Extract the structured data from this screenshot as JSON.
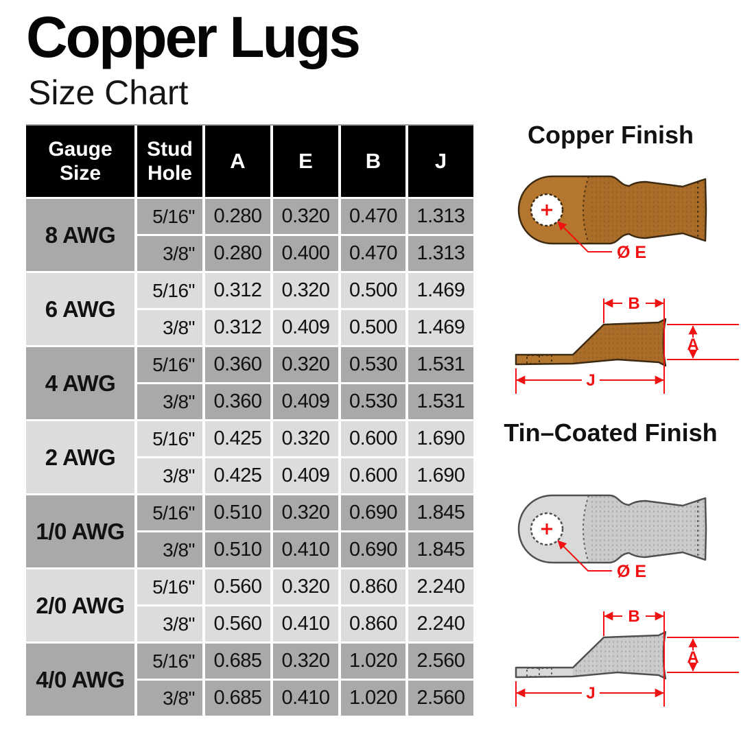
{
  "header": {
    "title": "Copper Lugs",
    "subtitle": "Size Chart"
  },
  "table": {
    "columns": [
      "Gauge Size",
      "Stud Hole",
      "A",
      "E",
      "B",
      "J"
    ],
    "groups": [
      {
        "gauge": "8 AWG",
        "shade": "dark",
        "rows": [
          [
            "5/16\"",
            "0.280",
            "0.320",
            "0.470",
            "1.313"
          ],
          [
            "3/8\"",
            "0.280",
            "0.400",
            "0.470",
            "1.313"
          ]
        ]
      },
      {
        "gauge": "6 AWG",
        "shade": "light",
        "rows": [
          [
            "5/16\"",
            "0.312",
            "0.320",
            "0.500",
            "1.469"
          ],
          [
            "3/8\"",
            "0.312",
            "0.409",
            "0.500",
            "1.469"
          ]
        ]
      },
      {
        "gauge": "4 AWG",
        "shade": "dark",
        "rows": [
          [
            "5/16\"",
            "0.360",
            "0.320",
            "0.530",
            "1.531"
          ],
          [
            "3/8\"",
            "0.360",
            "0.409",
            "0.530",
            "1.531"
          ]
        ]
      },
      {
        "gauge": "2 AWG",
        "shade": "light",
        "rows": [
          [
            "5/16\"",
            "0.425",
            "0.320",
            "0.600",
            "1.690"
          ],
          [
            "3/8\"",
            "0.425",
            "0.409",
            "0.600",
            "1.690"
          ]
        ]
      },
      {
        "gauge": "1/0 AWG",
        "shade": "dark",
        "rows": [
          [
            "5/16\"",
            "0.510",
            "0.320",
            "0.690",
            "1.845"
          ],
          [
            "3/8\"",
            "0.510",
            "0.410",
            "0.690",
            "1.845"
          ]
        ]
      },
      {
        "gauge": "2/0 AWG",
        "shade": "light",
        "rows": [
          [
            "5/16\"",
            "0.560",
            "0.320",
            "0.860",
            "2.240"
          ],
          [
            "3/8\"",
            "0.560",
            "0.410",
            "0.860",
            "2.240"
          ]
        ]
      },
      {
        "gauge": "4/0 AWG",
        "shade": "dark",
        "rows": [
          [
            "5/16\"",
            "0.685",
            "0.320",
            "1.020",
            "2.560"
          ],
          [
            "3/8\"",
            "0.685",
            "0.410",
            "1.020",
            "2.560"
          ]
        ]
      }
    ]
  },
  "diagrams": {
    "copper": {
      "heading": "Copper Finish",
      "hole_label": "Ø E",
      "labels": {
        "a": "A",
        "b": "B",
        "j": "J"
      }
    },
    "tin": {
      "heading": "Tin–Coated Finish",
      "hole_label": "Ø E",
      "labels": {
        "a": "A",
        "b": "B",
        "j": "J"
      }
    }
  },
  "colors": {
    "row_dark": "#a9a9a9",
    "row_light": "#dcdcdc",
    "header_bg": "#000000",
    "header_text": "#ffffff",
    "copper_body": "#b5772f",
    "copper_barrel": "#aa6c29",
    "copper_hatch": "#8a5a1e",
    "copper_outline": "#3c2a12",
    "tin_body": "#d9d9d9",
    "tin_barrel": "#cbcbcb",
    "tin_hatch": "#9a9a9a",
    "tin_outline": "#4f4f4f",
    "dimension_red": "#f01212"
  }
}
